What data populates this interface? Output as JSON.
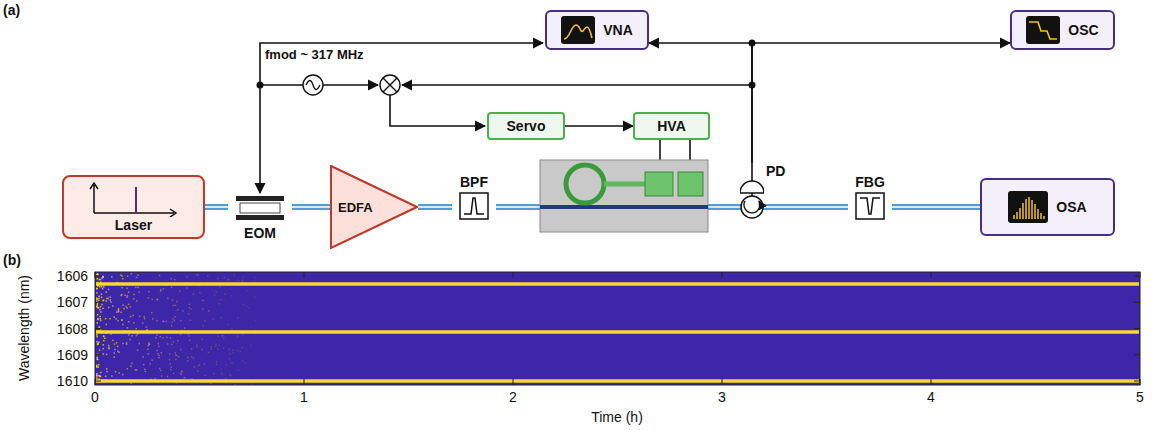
{
  "diagram": {
    "nodes": [
      {
        "text": [
          "VNA"
        ]
      },
      {
        "text": [
          "OSC"
        ]
      },
      {
        "text": [
          "Servo"
        ]
      },
      {
        "text": [
          "HVA"
        ]
      },
      {
        "text": [
          "Laser"
        ]
      },
      {
        "text": [
          "EOM"
        ]
      },
      {
        "text": [
          "EDFA"
        ]
      },
      {
        "text": [
          "BPF"
        ]
      },
      {
        "text": [
          "PD"
        ]
      },
      {
        "text": [
          "FBG"
        ]
      },
      {
        "text": [
          "OSA"
        ]
      }
    ],
    "edges": [
      {
        "from": 4,
        "to": 5,
        "arrow": "none"
      },
      {
        "from": 5,
        "to": 6,
        "arrow": "none"
      },
      {
        "from": 6,
        "to": 7,
        "arrow": "none"
      },
      {
        "from": 9,
        "to": 10,
        "arrow": "none"
      },
      {
        "from": 2,
        "to": 3,
        "arrow": "to"
      },
      {
        "from": 8,
        "to": 0,
        "arrow": "to"
      },
      {
        "from": 8,
        "to": 1,
        "arrow": "to"
      }
    ],
    "labels": [
      "(a)",
      "fmod ~ 317 MHz",
      "(b)",
      "1606",
      "1607",
      "1608",
      "1609",
      "1610",
      "0",
      "1",
      "2",
      "3",
      "4",
      "5",
      "Wavelength (nm)",
      "Time (h)"
    ]
  }
}
